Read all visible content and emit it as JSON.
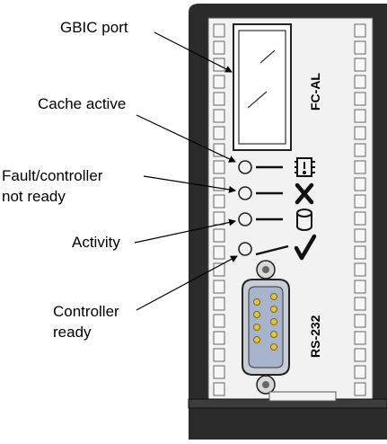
{
  "diagram": {
    "callouts": {
      "gbic_port": "GBIC port",
      "cache_active": "Cache active",
      "fault_line1": "Fault/controller",
      "fault_line2": "not ready",
      "activity": "Activity",
      "ready_line1": "Controller",
      "ready_line2": "ready"
    },
    "panel_labels": {
      "port_type": "FC-AL",
      "serial_port": "RS-232"
    },
    "icons": [
      "cache-board-icon",
      "fault-x-icon",
      "disk-cylinder-icon",
      "checkmark-icon"
    ],
    "colors": {
      "frame": "#2b2b2b",
      "faceplate": "#f2f2f2",
      "connector_body": "#a8b4cc",
      "pins": "#e0c640"
    }
  }
}
